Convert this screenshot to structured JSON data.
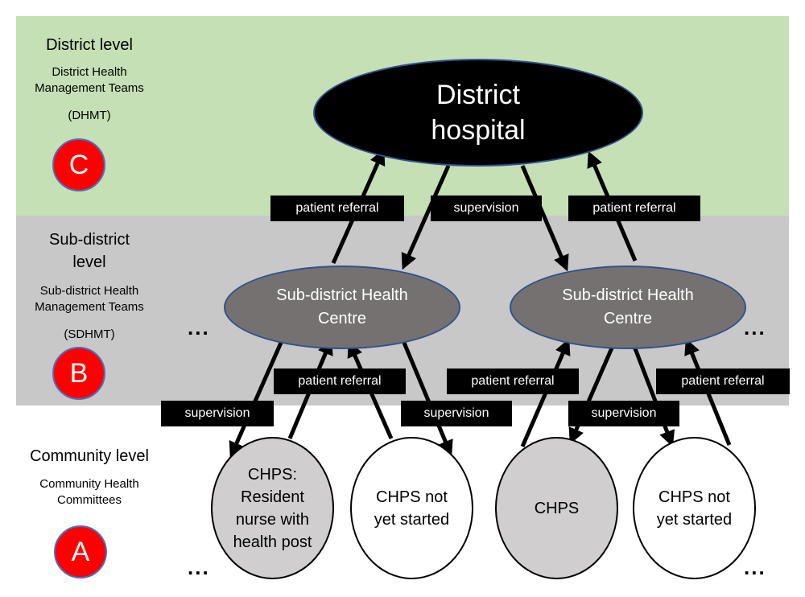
{
  "levels": {
    "district": {
      "title": "District level",
      "team_line1": "District Health",
      "team_line2": "Management Teams",
      "abbrev": "(DHMT)",
      "badge": "C"
    },
    "subdistrict": {
      "title_line1": "Sub-district",
      "title_line2": "level",
      "team_line1": "Sub-district Health",
      "team_line2": "Management Teams",
      "abbrev": "(SDHMT)",
      "badge": "B"
    },
    "community": {
      "title": "Community level",
      "team_line1": "Community Health",
      "team_line2": "Committees",
      "badge": "A"
    }
  },
  "nodes": {
    "hospital": "District\nhospital",
    "subdistrict_centre_left": "Sub-district Health\nCentre",
    "subdistrict_centre_right": "Sub-district Health\nCentre",
    "chps_resident": "CHPS:\nResident\nnurse with\nhealth post",
    "chps_not_started_left": "CHPS not\nyet started",
    "chps": "CHPS",
    "chps_not_started_right": "CHPS not\nyet started"
  },
  "links": {
    "referral_top_left": "patient referral",
    "supervision_top": "supervision",
    "referral_top_right": "patient referral",
    "referral_mid_left": "patient referral",
    "referral_mid_right": "patient referral",
    "referral_mid_far_right": "patient referral",
    "supervision_left": "supervision",
    "supervision_mid": "supervision",
    "supervision_right": "supervision"
  },
  "ellipsis": "...",
  "colors": {
    "district_band": "#c5e0b4",
    "subdistrict_band": "#c8c8c8",
    "badge": "#ff0000",
    "hospital": "#000000",
    "subdistrict_centre": "#767171",
    "chps_grey": "#d0cece"
  }
}
